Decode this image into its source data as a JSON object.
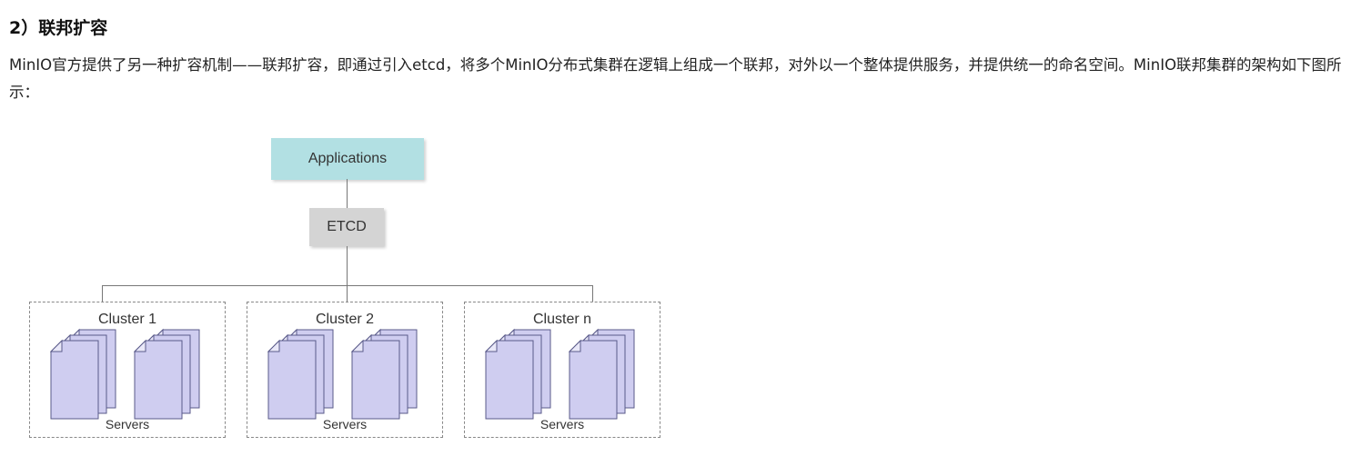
{
  "section": {
    "heading": "2）联邦扩容",
    "paragraph": "MinIO官方提供了另一种扩容机制——联邦扩容，即通过引入etcd，将多个MinIO分布式集群在逻辑上组成一个联邦，对外以一个整体提供服务，并提供统一的命名空间。MinIO联邦集群的架构如下图所示："
  },
  "diagram": {
    "applications": "Applications",
    "etcd": "ETCD",
    "clusters": [
      {
        "title": "Cluster 1",
        "servers_label": "Servers"
      },
      {
        "title": "Cluster 2",
        "servers_label": "Servers"
      },
      {
        "title": "Cluster n",
        "servers_label": "Servers"
      }
    ],
    "colors": {
      "applications_fill": "#b2e0e3",
      "etcd_fill": "#d4d4d4",
      "server_fill": "#cfcdf0",
      "server_stroke": "#5a5a8a"
    }
  }
}
